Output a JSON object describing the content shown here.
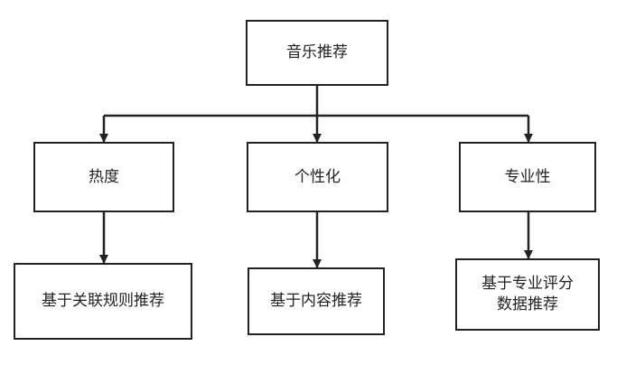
{
  "diagram": {
    "root": {
      "label": "音乐推荐"
    },
    "level1": [
      {
        "label": "热度"
      },
      {
        "label": "个性化"
      },
      {
        "label": "专业性"
      }
    ],
    "level2": [
      {
        "lines": [
          "基于关联规则推荐"
        ]
      },
      {
        "lines": [
          "基于内容推荐"
        ]
      },
      {
        "lines": [
          "基于专业评分",
          "数据推荐"
        ]
      }
    ],
    "colors": {
      "stroke": "#222222",
      "background": "#ffffff"
    }
  }
}
